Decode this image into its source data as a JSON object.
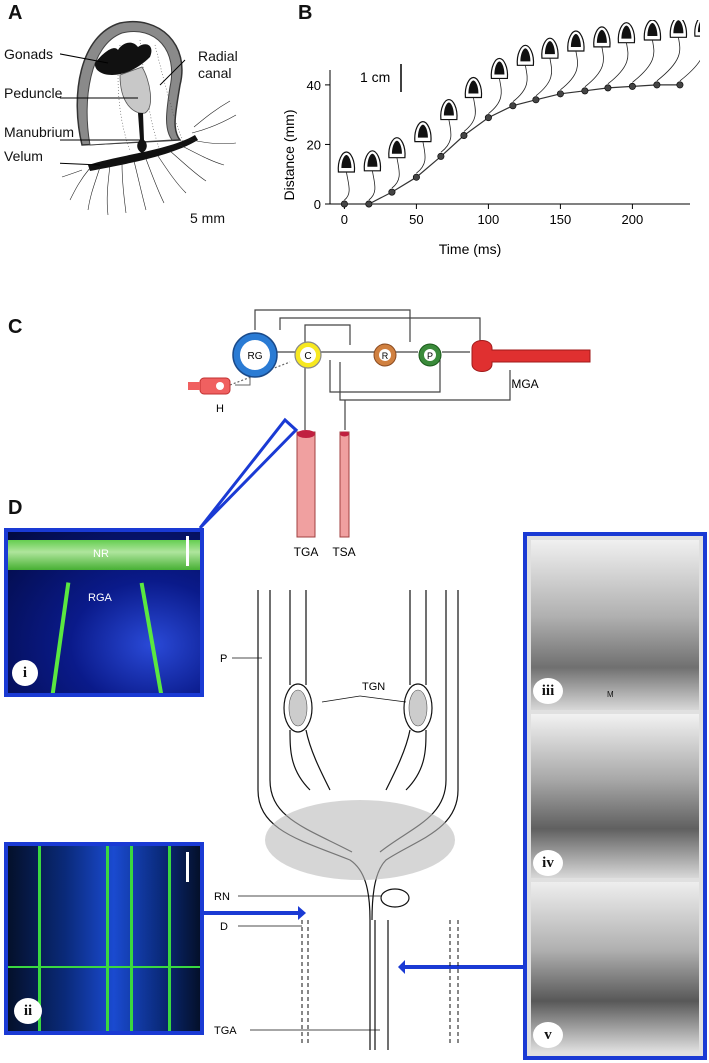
{
  "panels": {
    "A": {
      "letter": "A",
      "labels": {
        "gonads": "Gonads",
        "peduncle": "Peduncle",
        "manubrium": "Manubrium",
        "velum": "Velum",
        "radial_line1": "Radial",
        "radial_line2": "canal"
      },
      "scale": "5 mm"
    },
    "B": {
      "letter": "B",
      "scale": "1 cm"
    },
    "C": {
      "letter": "C",
      "nodes": {
        "rg": "RG",
        "c": "C",
        "r": "R",
        "p": "P",
        "h": "H",
        "mga": "MGA",
        "tga": "TGA",
        "tsa": "TSA"
      }
    },
    "D": {
      "letter": "D",
      "inset_i": {
        "label": "i",
        "nr": "NR",
        "rga": "RGA"
      },
      "inset_ii": {
        "label": "ii"
      },
      "em": {
        "iii": "iii",
        "iv": "iv",
        "v": "v",
        "m": "M"
      },
      "diagram": {
        "p": "P",
        "tgn": "TGN",
        "rn": "RN",
        "d": "D",
        "tga": "TGA"
      }
    }
  },
  "chart_data": {
    "type": "line",
    "title": "",
    "xlabel": "Time (ms)",
    "ylabel": "Distance (mm)",
    "xlim": [
      -10,
      240
    ],
    "ylim": [
      0,
      45
    ],
    "xticks": [
      0,
      50,
      100,
      150,
      200
    ],
    "yticks": [
      0,
      20,
      40
    ],
    "series": [
      {
        "values": [
          {
            "x": 0,
            "y": 0
          },
          {
            "x": 17,
            "y": 0
          },
          {
            "x": 33,
            "y": 4
          },
          {
            "x": 50,
            "y": 9
          },
          {
            "x": 67,
            "y": 16
          },
          {
            "x": 83,
            "y": 23
          },
          {
            "x": 100,
            "y": 29
          },
          {
            "x": 117,
            "y": 33
          },
          {
            "x": 133,
            "y": 35
          },
          {
            "x": 150,
            "y": 37
          },
          {
            "x": 167,
            "y": 38
          },
          {
            "x": 183,
            "y": 39
          },
          {
            "x": 200,
            "y": 39.5
          },
          {
            "x": 217,
            "y": 40
          },
          {
            "x": 233,
            "y": 40
          }
        ]
      }
    ],
    "grid": false,
    "icon": "jellyfish-silhouette-icon"
  }
}
